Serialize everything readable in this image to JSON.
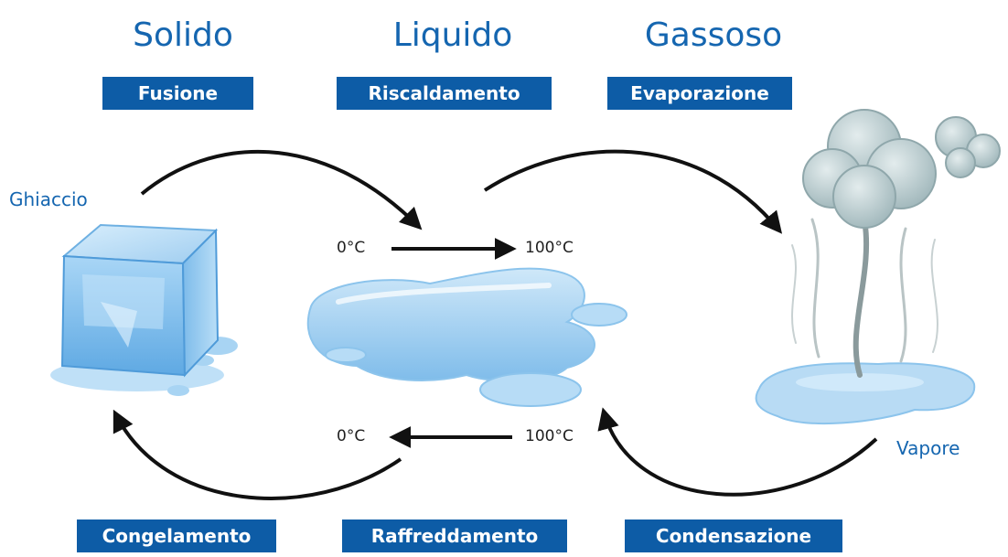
{
  "headings": {
    "solid": "Solido",
    "liquid": "Liquido",
    "gas": "Gassoso"
  },
  "top_labels": {
    "fusion": "Fusione",
    "heating": "Riscaldamento",
    "evaporation": "Evaporazione"
  },
  "bottom_labels": {
    "freezing": "Congelamento",
    "cooling": "Raffreddamento",
    "condensation": "Condensazione"
  },
  "side_labels": {
    "ice": "Ghiaccio",
    "vapor": "Vapore"
  },
  "temperatures": {
    "heating_from": "0°C",
    "heating_to": "100°C",
    "cooling_from": "100°C",
    "cooling_to": "0°C"
  },
  "colors": {
    "heading_text": "#1566b0",
    "label_bg": "#0d5ca6",
    "ice": "#8fc6ef",
    "water": "#a7d3f2",
    "cloud": "#a9bfc4"
  },
  "icons": [
    "ice-cube-icon",
    "water-puddle-icon",
    "steam-cloud-icon"
  ]
}
